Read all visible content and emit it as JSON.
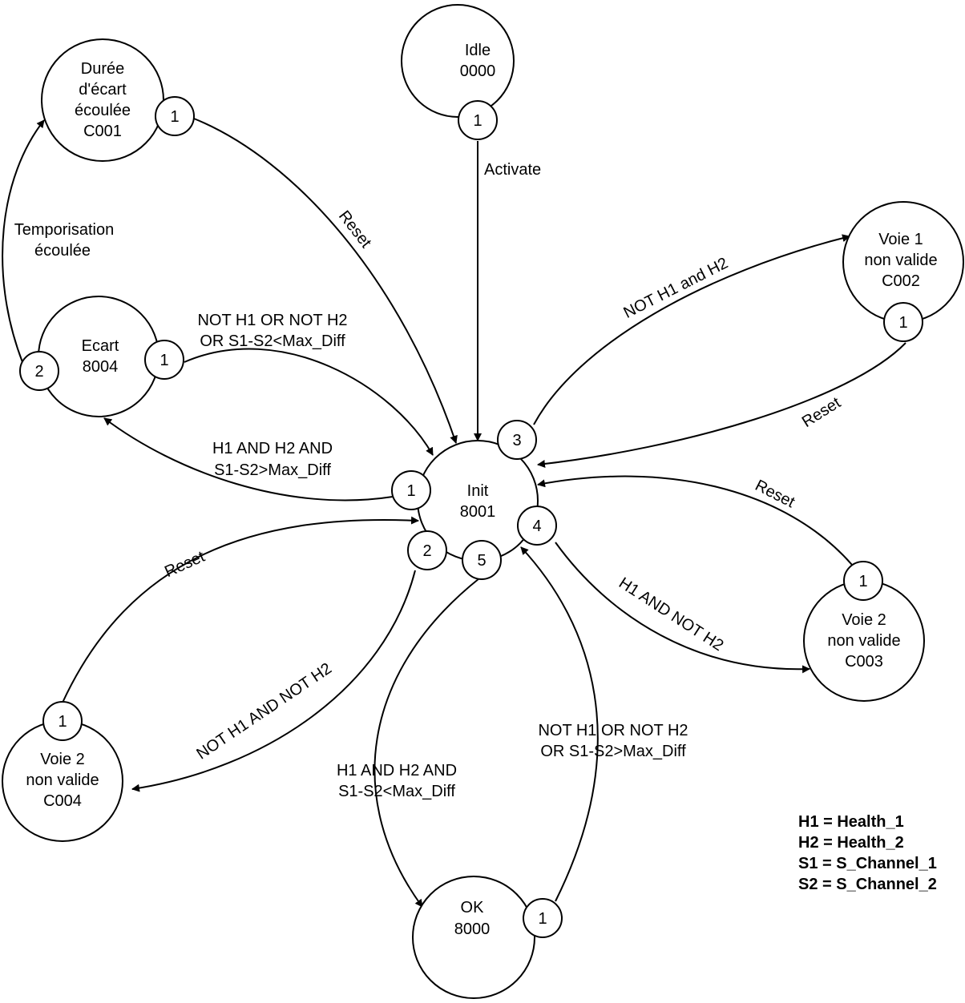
{
  "states": {
    "idle": [
      "Idle",
      "0000"
    ],
    "duree": [
      "Durée",
      "d'écart",
      "écoulée",
      "C001"
    ],
    "voie1": [
      "Voie 1",
      "non valide",
      "C002"
    ],
    "ecart": [
      "Ecart",
      "8004"
    ],
    "init": [
      "Init",
      "8001"
    ],
    "voie2_right": [
      "Voie 2",
      "non valide",
      "C003"
    ],
    "voie2_left": [
      "Voie 2",
      "non valide",
      "C004"
    ],
    "ok": [
      "OK",
      "8000"
    ]
  },
  "ports": {
    "idle": "1",
    "duree": "1",
    "voie1": "1",
    "ecart_1": "1",
    "ecart_2": "2",
    "init_1": "1",
    "init_2": "2",
    "init_3": "3",
    "init_4": "4",
    "init_5": "5",
    "voie2_right": "1",
    "voie2_left": "1",
    "ok": "1"
  },
  "transitions": {
    "activate": "Activate",
    "temporisation": [
      "Temporisation",
      "écoulée"
    ],
    "reset_duree": "Reset",
    "reset_voie1": "Reset",
    "reset_voie2_right": "Reset",
    "reset_voie2_left": "Reset",
    "ecart_to_init": [
      "NOT H1 OR NOT H2",
      "OR S1-S2<Max_Diff"
    ],
    "init_to_ecart": [
      "H1 AND H2 AND",
      "S1-S2>Max_Diff"
    ],
    "init_to_voie1": "NOT H1 and H2",
    "init_to_voie2_right": "H1 AND NOT H2",
    "init_to_voie2_left": "NOT H1 AND NOT H2",
    "init_to_ok": [
      "H1 AND H2 AND",
      "S1-S2<Max_Diff"
    ],
    "ok_to_init": [
      "NOT H1 OR NOT H2",
      "OR S1-S2>Max_Diff"
    ]
  },
  "legend": [
    "H1 = Health_1",
    "H2 = Health_2",
    "S1 = S_Channel_1",
    "S2 = S_Channel_2"
  ]
}
